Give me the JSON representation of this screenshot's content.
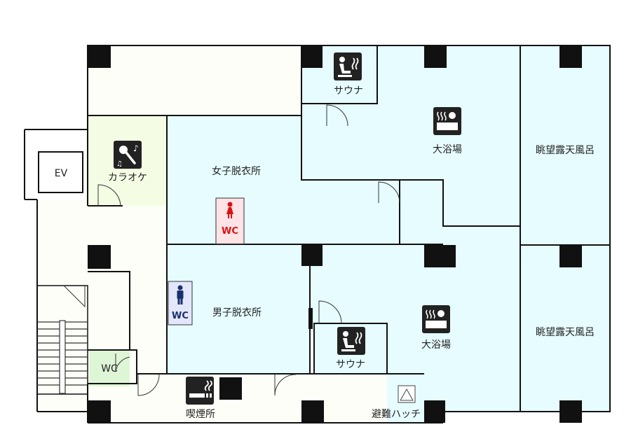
{
  "labels": {
    "sauna": "サウナ",
    "bath": "大浴場",
    "open_air": "眺望露天風呂",
    "women_changing": "女子脱衣所",
    "men_changing": "男子脱衣所",
    "karaoke": "カラオケ",
    "elevator": "EV",
    "wc": "WC",
    "smoking": "喫煙所",
    "hatch": "避難ハッチ"
  },
  "colors": {
    "wall": "#111111",
    "bath_area": "#e6fcff",
    "karaoke_area": "#f4fde4",
    "corridor": "#fefef8",
    "wc_women": "#fbe3e6",
    "wc_women_text": "#dd1111",
    "wc_men": "#e4e7fb",
    "wc_men_text": "#1a2f6b",
    "wc_green": "#dff6d6",
    "icon_bg": "#222222"
  },
  "icons": [
    "sauna-icon",
    "bath-icon",
    "karaoke-mic-icon",
    "smoking-icon",
    "female-icon",
    "male-icon",
    "hatch-icon"
  ]
}
